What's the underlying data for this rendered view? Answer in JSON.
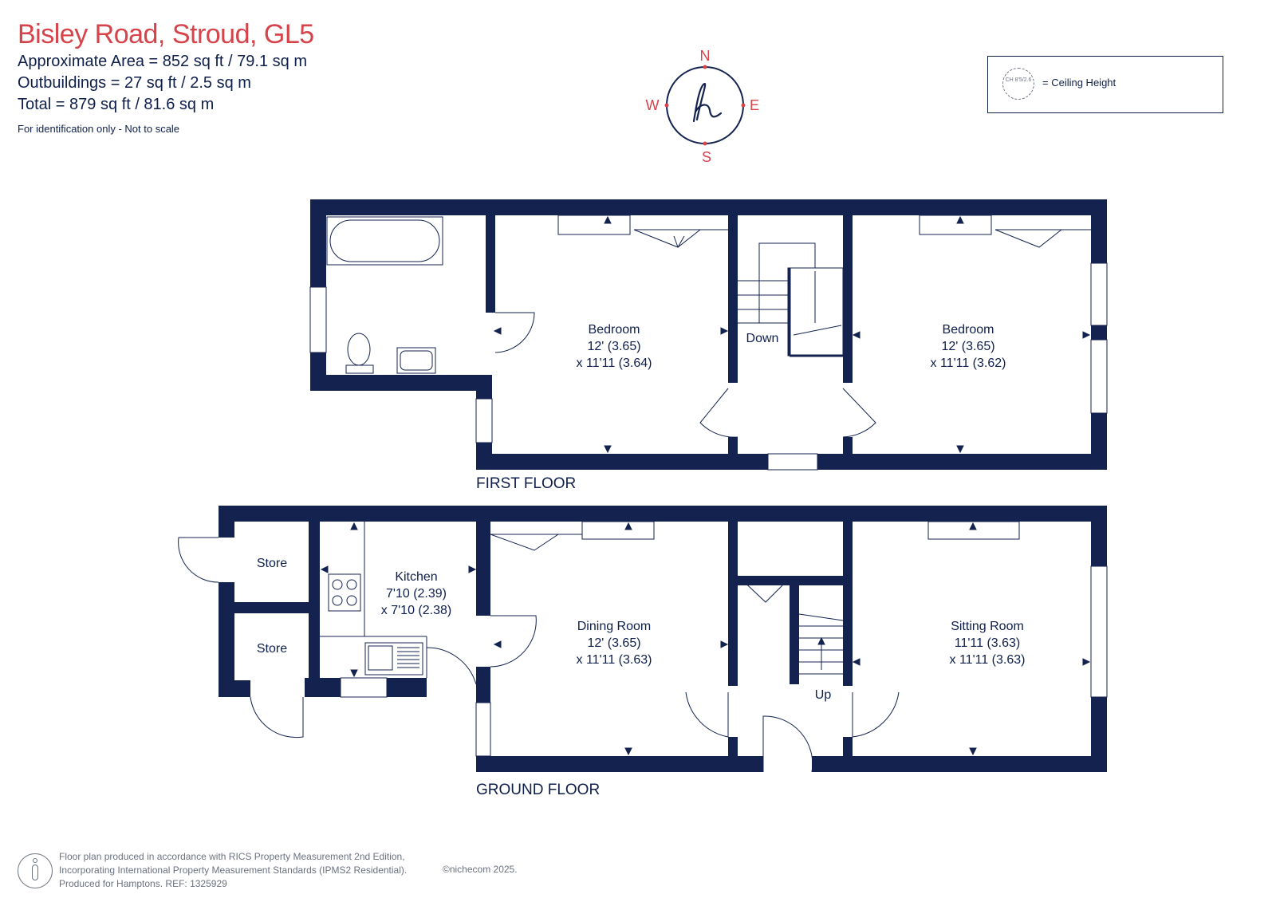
{
  "header": {
    "title": "Bisley Road, Stroud, GL5",
    "approx_area": "Approximate Area = 852 sq ft / 79.1 sq m",
    "outbuildings": "Outbuildings = 27 sq ft / 2.5 sq m",
    "total": "Total = 879 sq ft / 81.6 sq m",
    "note": "For identification only - Not to scale"
  },
  "compass": {
    "n": "N",
    "s": "S",
    "e": "E",
    "w": "W",
    "logo": "h"
  },
  "legend": {
    "symbol": "CH 8'5/2.6",
    "label": "= Ceiling Height"
  },
  "first_floor": {
    "label": "FIRST FLOOR",
    "bedroom1": {
      "name": "Bedroom",
      "dim1": "12' (3.65)",
      "dim2": "x 11'11 (3.64)"
    },
    "stairs": "Down",
    "bedroom2": {
      "name": "Bedroom",
      "dim1": "12' (3.65)",
      "dim2": "x 11'11 (3.62)"
    }
  },
  "ground_floor": {
    "label": "GROUND FLOOR",
    "store1": "Store",
    "store2": "Store",
    "kitchen": {
      "name": "Kitchen",
      "dim1": "7'10 (2.39)",
      "dim2": "x 7'10 (2.38)"
    },
    "dining": {
      "name": "Dining Room",
      "dim1": "12' (3.65)",
      "dim2": "x 11'11 (3.63)"
    },
    "stairs": "Up",
    "sitting": {
      "name": "Sitting Room",
      "dim1": "11'11 (3.63)",
      "dim2": "x 11'11 (3.63)"
    }
  },
  "footer": {
    "line1": "Floor plan produced in accordance with RICS Property Measurement 2nd Edition,",
    "line2": "Incorporating International Property Measurement Standards (IPMS2 Residential).",
    "line3": "Produced for Hamptons.  REF: 1325929",
    "copyright": "©nichecom 2025."
  },
  "colors": {
    "wall": "#13224f",
    "accent": "#d6434a",
    "text": "#0f1f4b",
    "muted": "#6b7280"
  }
}
